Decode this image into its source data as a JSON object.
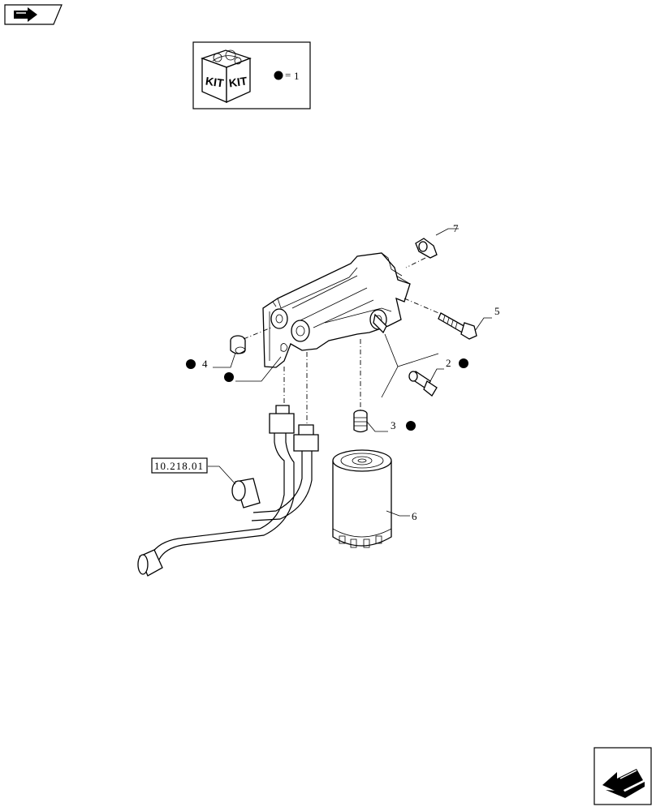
{
  "header": {
    "nav_icon": "arrow-right-icon"
  },
  "kit_box": {
    "kit_text_left": "KIT",
    "kit_text_right": "KIT",
    "legend_equals": "=",
    "legend_value": "1"
  },
  "reference_label": "10.218.01",
  "callouts": [
    {
      "id": "1",
      "label": "",
      "dot": true
    },
    {
      "id": "2",
      "label": "2",
      "dot": true
    },
    {
      "id": "3",
      "label": "3",
      "dot": true
    },
    {
      "id": "4",
      "label": "4",
      "dot": true
    },
    {
      "id": "5",
      "label": "5",
      "dot": false
    },
    {
      "id": "6",
      "label": "6",
      "dot": false
    },
    {
      "id": "7",
      "label": "7",
      "dot": false
    }
  ],
  "footer": {
    "nav_icon": "arrow-left-icon"
  }
}
